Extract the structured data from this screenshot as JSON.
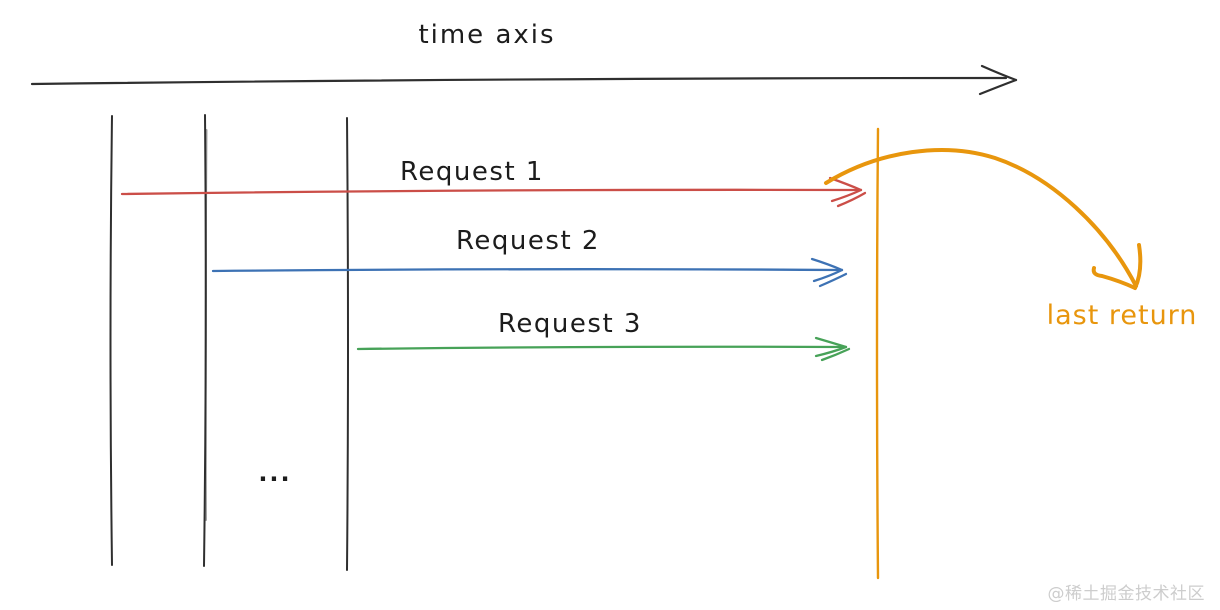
{
  "colors": {
    "ink": "#2f2f2f",
    "text": "#1c1c1c",
    "red": "#cb4e48",
    "blue": "#3d72b4",
    "green": "#47a258",
    "orange": "#e8960d",
    "watermark": "#cdcdcd"
  },
  "axis": {
    "title": "time axis"
  },
  "requests": [
    {
      "label": "Request 1"
    },
    {
      "label": "Request 2"
    },
    {
      "label": "Request 3"
    }
  ],
  "annotations": {
    "last_return": "last return",
    "ellipsis": "...",
    "watermark": "@稀土掘金技术社区"
  }
}
